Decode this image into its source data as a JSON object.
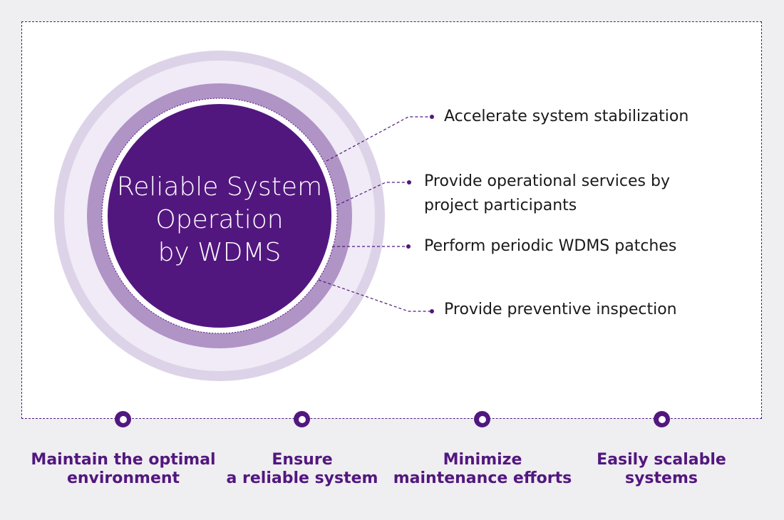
{
  "colors": {
    "primary": "#52177f",
    "ring_outer": "#ddd3e8",
    "ring_outer_fill": "#f0ebf6",
    "ring_mid": "#b094c6",
    "background": "#efeef0"
  },
  "core": {
    "lines": [
      "Reliable System",
      "Operation",
      "by WDMS"
    ]
  },
  "items": [
    {
      "lines": [
        "Accelerate system stabilization"
      ]
    },
    {
      "lines": [
        "Provide operational services by",
        "project participants"
      ]
    },
    {
      "lines": [
        "Perform periodic WDMS patches"
      ]
    },
    {
      "lines": [
        "Provide preventive inspection"
      ]
    }
  ],
  "goals": [
    {
      "lines": [
        "Maintain the optimal",
        "environment"
      ]
    },
    {
      "lines": [
        "Ensure",
        "a reliable system"
      ]
    },
    {
      "lines": [
        "Minimize",
        "maintenance efforts"
      ]
    },
    {
      "lines": [
        "Easily scalable",
        "systems"
      ]
    }
  ]
}
